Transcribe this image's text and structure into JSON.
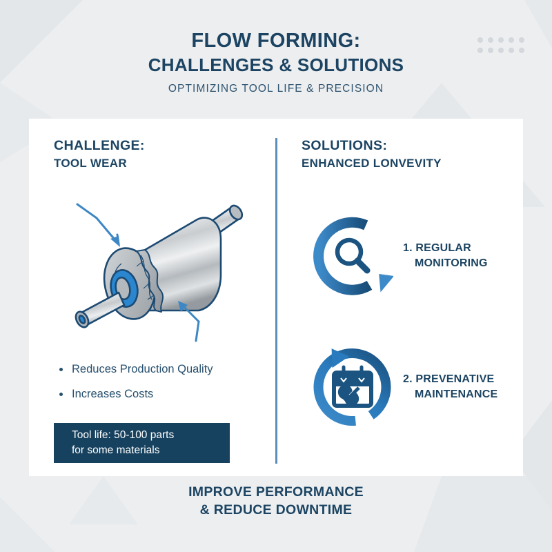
{
  "header": {
    "title_line1": "FLOW FORMING:",
    "title_line2": "CHALLENGES & SOLUTIONS",
    "subtitle": "OPTIMIZING TOOL LIFE & PRECISION"
  },
  "left_column": {
    "heading_line1": "CHALLENGE:",
    "heading_line2": "TOOL WEAR",
    "illustration_name": "worn-flow-forming-roller",
    "bullets": [
      "Reduces Production Quality",
      "Increases Costs"
    ],
    "callout": {
      "line1": "Tool life: 50-100 parts",
      "line2": "for some materials"
    }
  },
  "right_column": {
    "heading_line1": "SOLUTIONS:",
    "heading_line2": "ENHANCED LONVEVITY",
    "solutions": [
      {
        "icon": "circular-arrow-magnifier-icon",
        "label_line1": "1. REGULAR",
        "label_line2": "MONITORING"
      },
      {
        "icon": "circular-arrow-calendar-wrench-icon",
        "label_line1": "2. PREVENATIVE",
        "label_line2": "MAINTENANCE"
      }
    ]
  },
  "footer": {
    "line1": "IMPROVE PERFORMANCE",
    "line2": "& REDUCE DOWNTIME"
  },
  "colors": {
    "navy": "#1c4462",
    "dark_navy_box": "#17425f",
    "accent_blue": "#2a7bbd",
    "mid_blue": "#3d87c4",
    "divider_blue": "#5b8dba",
    "page_background": "#eceef0",
    "card_background": "#ffffff",
    "dot_grey": "#d4d8dc",
    "metal_light": "#e9ebed",
    "metal_mid": "#b9bdc1",
    "metal_dark": "#8f959b"
  }
}
